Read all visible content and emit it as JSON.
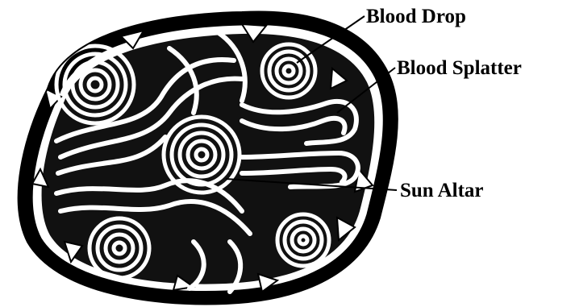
{
  "labels": {
    "blood_drop": "Blood Drop",
    "blood_splatter": "Blood Splatter",
    "sun_altar": "Sun Altar"
  },
  "colors": {
    "ink": "#000000",
    "paper": "#ffffff"
  }
}
